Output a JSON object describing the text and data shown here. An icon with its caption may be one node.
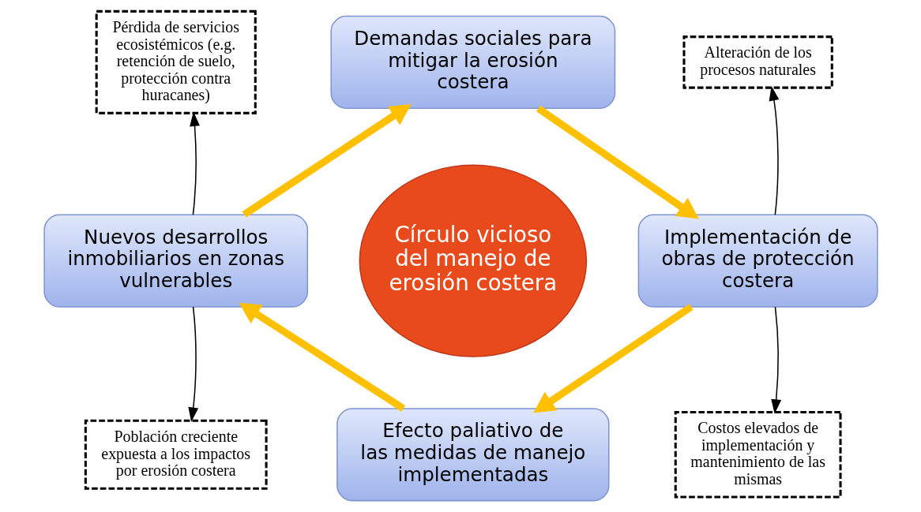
{
  "diagram": {
    "nodes": [
      {
        "text": [
          "Círculo vicioso del manejo de erosión costera"
        ]
      },
      {
        "text": [
          "Demandas sociales para mitigar la erosión costera"
        ]
      },
      {
        "text": [
          "Implementación de obras de protección costera"
        ]
      },
      {
        "text": [
          "Efecto paliativo de las medidas de manejo implementadas"
        ]
      },
      {
        "text": [
          "Nuevos desarrollos inmobiliarios en zonas vulnerables"
        ]
      },
      {
        "text": [
          "Pérdida de servicios ecosistémicos (e.g. retención de suelo, protección contra huracanes)"
        ]
      },
      {
        "text": [
          "Alteración de los procesos naturales"
        ]
      },
      {
        "text": [
          "Población creciente expuesta a los impactos por erosión costera"
        ]
      },
      {
        "text": [
          "Costos elevados de implementación y mantenimiento de las mismas"
        ]
      }
    ],
    "edges": [
      {
        "from": 4,
        "to": 1,
        "arrow": "to",
        "style": "thick",
        "color": "#ffc000"
      },
      {
        "from": 1,
        "to": 2,
        "arrow": "to",
        "style": "thick",
        "color": "#ffc000"
      },
      {
        "from": 2,
        "to": 3,
        "arrow": "to",
        "style": "thick",
        "color": "#ffc000"
      },
      {
        "from": 3,
        "to": 4,
        "arrow": "to",
        "style": "thick",
        "color": "#ffc000"
      },
      {
        "from": 4,
        "to": 5,
        "arrow": "to",
        "color": "#000000"
      },
      {
        "from": 2,
        "to": 6,
        "arrow": "to",
        "color": "#000000"
      },
      {
        "from": 4,
        "to": 7,
        "arrow": "to",
        "color": "#000000"
      },
      {
        "from": 2,
        "to": 8,
        "arrow": "to",
        "color": "#000000"
      }
    ]
  }
}
